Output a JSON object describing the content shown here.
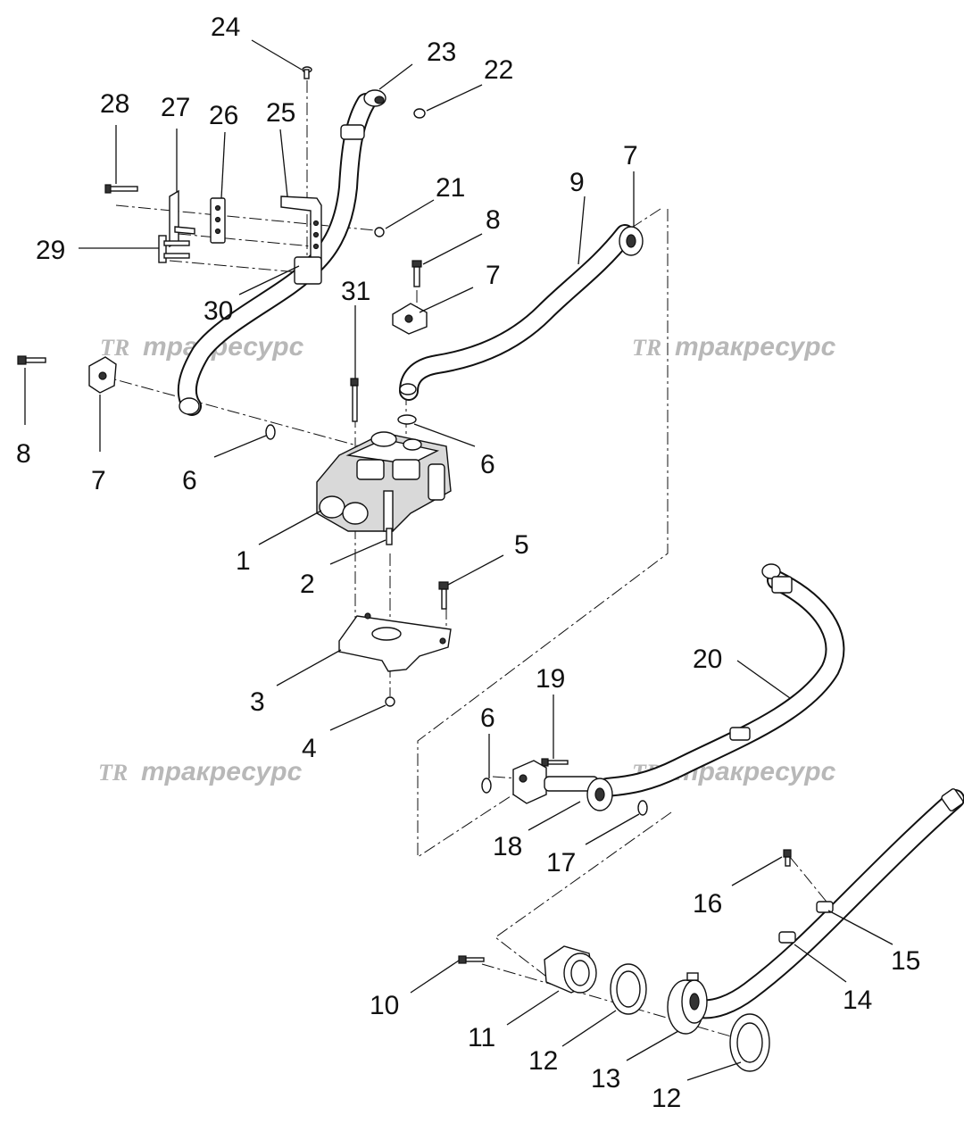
{
  "watermark": {
    "logo": "TR",
    "text": "тракресурс"
  },
  "callouts": {
    "c1": "1",
    "c2": "2",
    "c3": "3",
    "c4": "4",
    "c5": "5",
    "c6a": "6",
    "c6b": "6",
    "c6c": "6",
    "c7a": "7",
    "c7b": "7",
    "c7c": "7",
    "c8a": "8",
    "c8b": "8",
    "c9": "9",
    "c10": "10",
    "c11": "11",
    "c12a": "12",
    "c12b": "12",
    "c13": "13",
    "c14": "14",
    "c15": "15",
    "c16": "16",
    "c17": "17",
    "c18": "18",
    "c19": "19",
    "c20": "20",
    "c21": "21",
    "c22": "22",
    "c23": "23",
    "c24": "24",
    "c25": "25",
    "c26": "26",
    "c27": "27",
    "c28": "28",
    "c29": "29",
    "c30": "30",
    "c31": "31"
  }
}
